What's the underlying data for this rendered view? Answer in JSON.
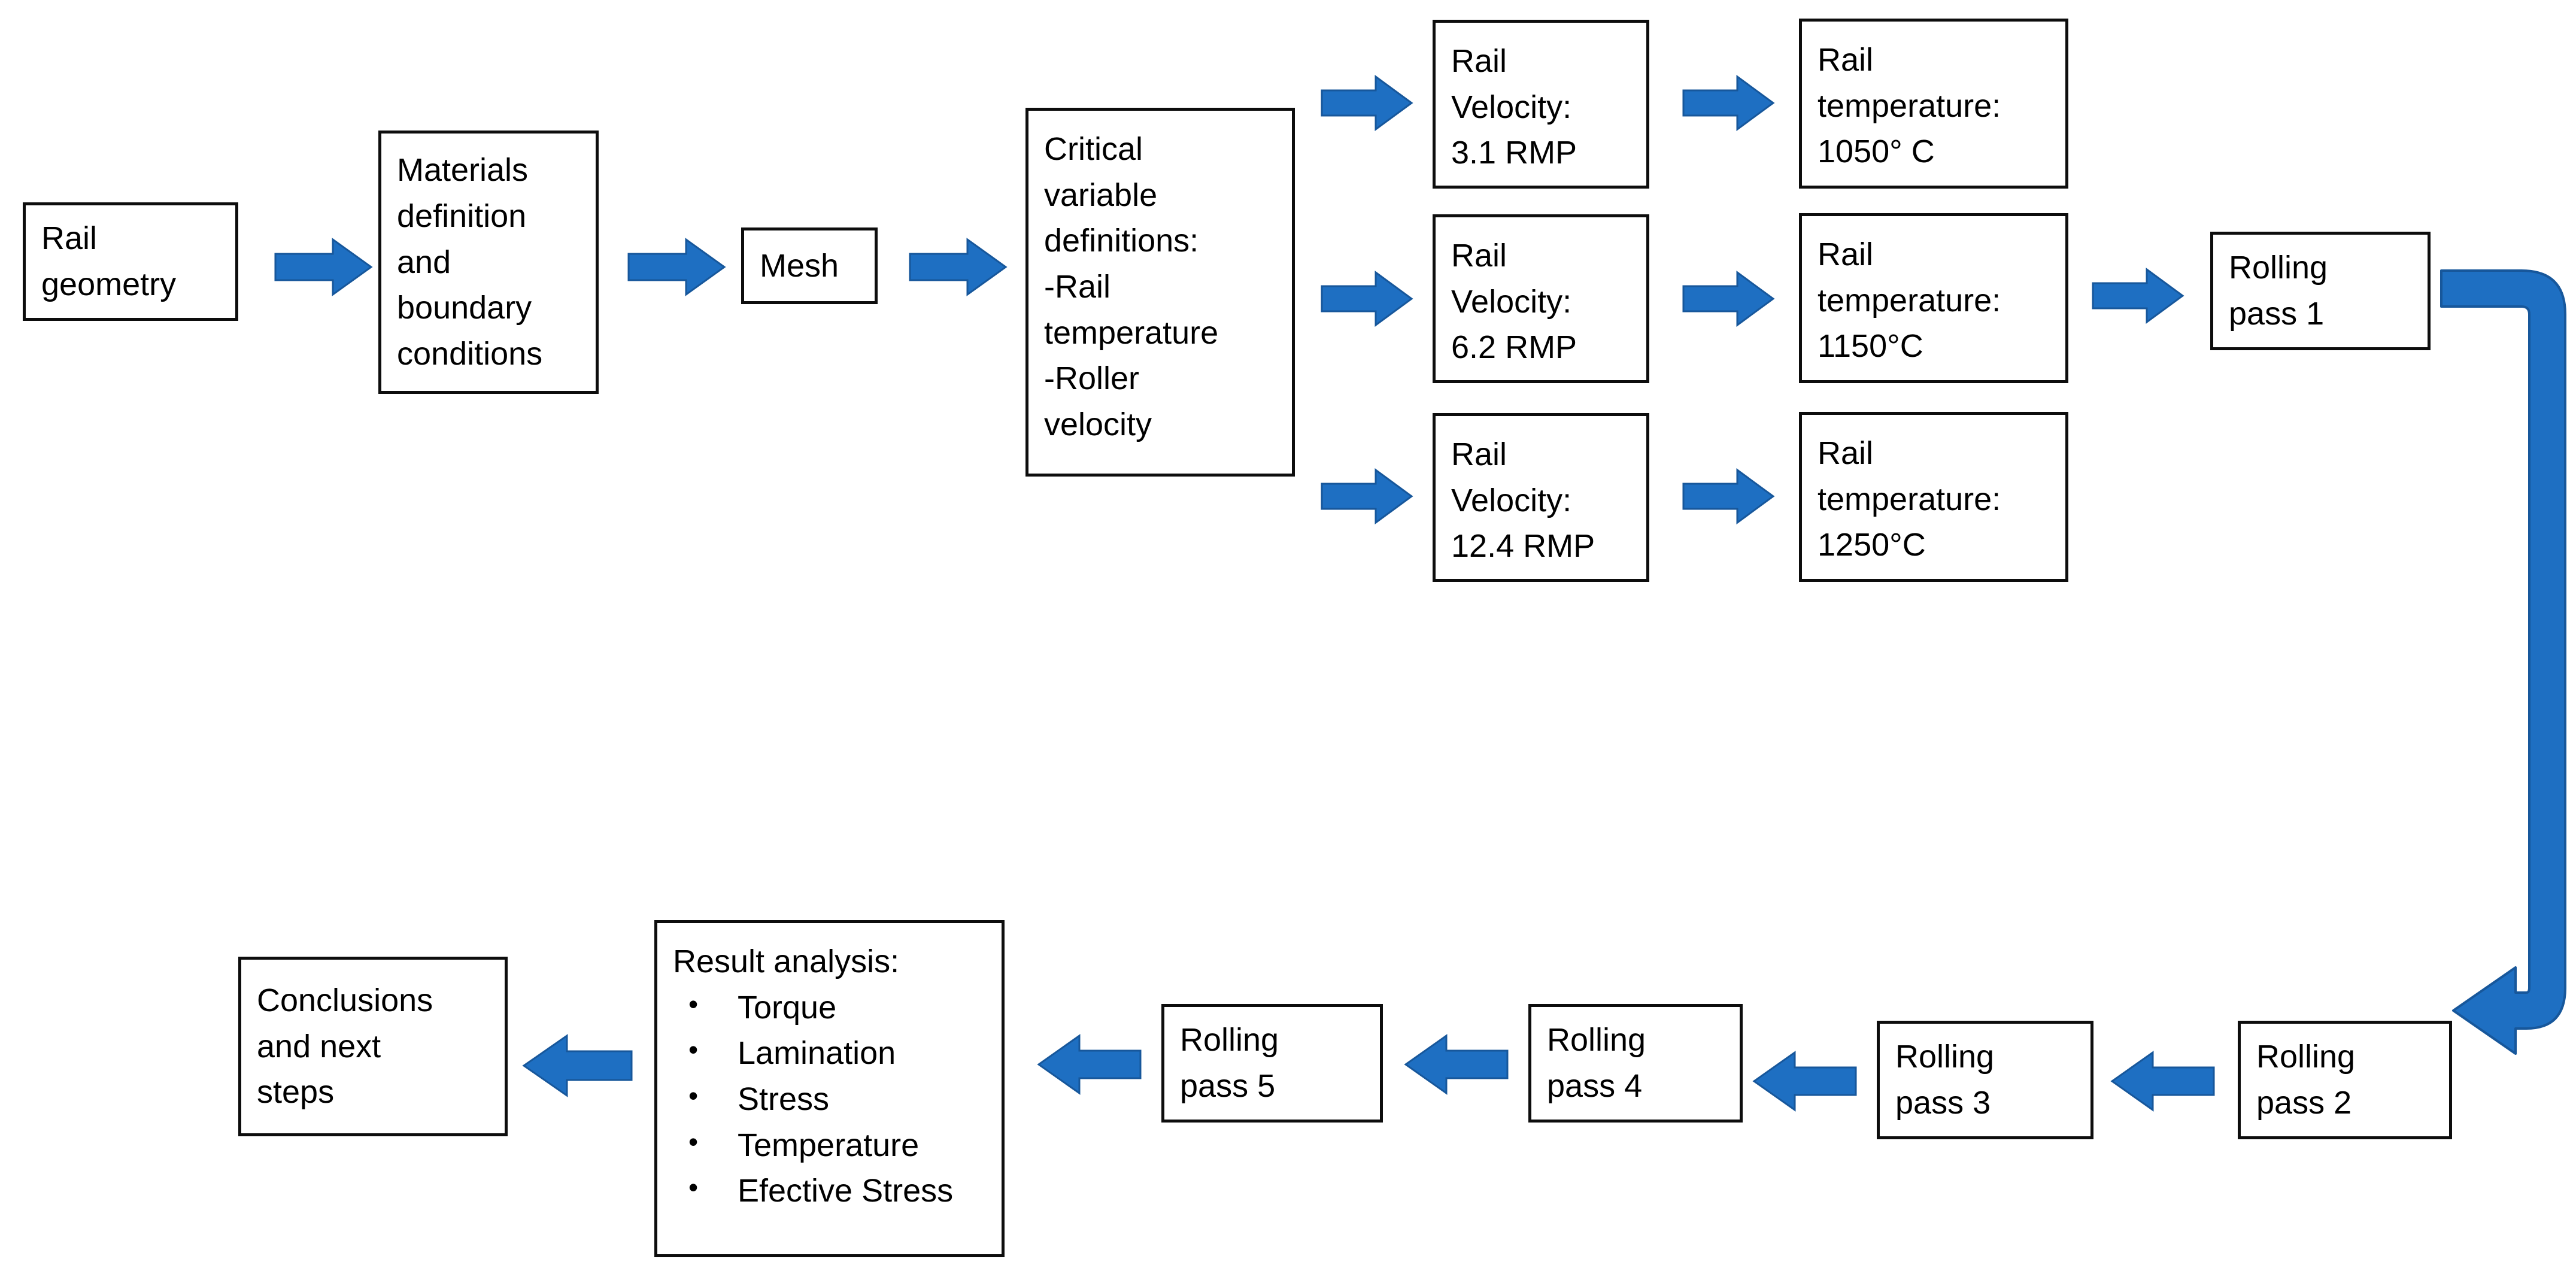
{
  "theme": {
    "arrow_color": "#1E6FC2",
    "arrow_edge_color": "#17579B",
    "box_border_color": "#0D0D0D",
    "text_color": "#000000",
    "background": "#FFFFFF"
  },
  "diagram": {
    "title_present": false,
    "nodes": {
      "rail_geometry": {
        "lines": [
          "Rail",
          "geometry"
        ]
      },
      "materials": {
        "lines": [
          "Materials",
          "definition",
          "and",
          "boundary",
          "conditions"
        ]
      },
      "mesh": {
        "lines": [
          "Mesh"
        ]
      },
      "critical_variables": {
        "lines": [
          "Critical",
          "variable",
          "definitions:",
          "-Rail",
          "temperature",
          "-Roller",
          "velocity"
        ]
      },
      "velocity_1": {
        "lines": [
          "Rail",
          "Velocity:",
          "3.1 RMP"
        ]
      },
      "velocity_2": {
        "lines": [
          "Rail",
          "Velocity:",
          "6.2 RMP"
        ]
      },
      "velocity_3": {
        "lines": [
          "Rail",
          "Velocity:",
          "12.4 RMP"
        ]
      },
      "temperature_1": {
        "lines": [
          "Rail",
          "temperature:",
          "1050° C"
        ]
      },
      "temperature_2": {
        "lines": [
          "Rail",
          "temperature:",
          "1150°C"
        ]
      },
      "temperature_3": {
        "lines": [
          "Rail",
          "temperature:",
          "1250°C"
        ]
      },
      "rolling_pass_1": {
        "lines": [
          "Rolling",
          "pass 1"
        ]
      },
      "rolling_pass_2": {
        "lines": [
          "Rolling",
          "pass 2"
        ]
      },
      "rolling_pass_3": {
        "lines": [
          "Rolling",
          "pass 3"
        ]
      },
      "rolling_pass_4": {
        "lines": [
          "Rolling",
          "pass 4"
        ]
      },
      "rolling_pass_5": {
        "lines": [
          "Rolling",
          "pass 5"
        ]
      },
      "result_analysis": {
        "heading": "Result analysis:",
        "bullets": [
          "Torque",
          "Lamination",
          "Stress",
          "Temperature",
          "Efective Stress"
        ]
      },
      "conclusions": {
        "lines": [
          "Conclusions",
          "and next",
          "steps"
        ]
      }
    },
    "connectors": [
      {
        "name": "rail-geometry-to-materials",
        "direction": "right"
      },
      {
        "name": "materials-to-mesh",
        "direction": "right"
      },
      {
        "name": "mesh-to-critical-variables",
        "direction": "right"
      },
      {
        "name": "critical-variables-to-velocity-1",
        "direction": "right"
      },
      {
        "name": "critical-variables-to-velocity-2",
        "direction": "right"
      },
      {
        "name": "critical-variables-to-velocity-3",
        "direction": "right"
      },
      {
        "name": "velocity-1-to-temperature-1",
        "direction": "right"
      },
      {
        "name": "velocity-2-to-temperature-2",
        "direction": "right"
      },
      {
        "name": "velocity-3-to-temperature-3",
        "direction": "right"
      },
      {
        "name": "temperature-2-to-rolling-pass-1",
        "direction": "right"
      },
      {
        "name": "rolling-pass-1-to-rolling-pass-2",
        "direction": "elbow-down-left"
      },
      {
        "name": "rolling-pass-2-to-rolling-pass-3",
        "direction": "left"
      },
      {
        "name": "rolling-pass-3-to-rolling-pass-4",
        "direction": "left"
      },
      {
        "name": "rolling-pass-4-to-rolling-pass-5",
        "direction": "left"
      },
      {
        "name": "rolling-pass-5-to-result-analysis",
        "direction": "left"
      },
      {
        "name": "result-analysis-to-conclusions",
        "direction": "left"
      }
    ]
  }
}
